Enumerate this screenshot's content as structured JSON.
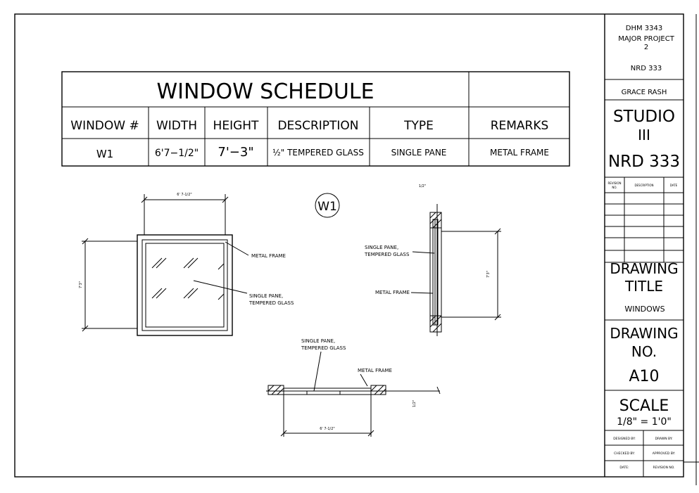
{
  "schedule": {
    "title": "WINDOW SCHEDULE",
    "headers": [
      "WINDOW #",
      "WIDTH",
      "HEIGHT",
      "DESCRIPTION",
      "TYPE",
      "REMARKS"
    ],
    "row": [
      "W1",
      "6'7−1/2\"",
      "7'−3\"",
      "½\" TEMPERED GLASS",
      "SINGLE PANE",
      "METAL FRAME"
    ]
  },
  "elevation": {
    "tag": "W1",
    "width_dim": "6' 7-1/2\"",
    "height_dim": "7'3\"",
    "label_frame": "METAL FRAME",
    "label_glass_1": "SINGLE PANE,",
    "label_glass_2": "TEMPERED GLASS"
  },
  "section": {
    "top_dim": "1/2\"",
    "height_dim": "7'3\"",
    "label_glass_1": "SINGLE PANE,",
    "label_glass_2": "TEMPERED GLASS",
    "label_frame": "METAL FRAME"
  },
  "plan": {
    "label_glass_1": "SINGLE PANE,",
    "label_glass_2": "TEMPERED GLASS",
    "label_frame": "METAL FRAME",
    "width_dim": "6' 7-1/2\"",
    "depth_dim": "1/2\""
  },
  "titleblock": {
    "course": "DHM 3343",
    "project_1": "MAJOR PROJECT",
    "project_2": "2",
    "course_code": "NRD 333",
    "author": "GRACE RASH",
    "studio_1": "STUDIO",
    "studio_2": "III",
    "studio_3": "NRD 333",
    "rev_col_no_1": "REVISION",
    "rev_col_no_2": "NO.",
    "rev_col_desc": "DESCRIPTION",
    "rev_col_date": "DATE",
    "drawing_title_1": "DRAWING",
    "drawing_title_2": "TITLE",
    "drawing_title_value": "WINDOWS",
    "drawing_no_1": "DRAWING",
    "drawing_no_2": "NO.",
    "drawing_no_value": "A10",
    "scale_label": "SCALE",
    "scale_value": "1/8\" = 1'0\"",
    "designed_by": "DESIGNED BY:",
    "drawn_by": "DRAWN BY:",
    "checked_by": "CHECKED BY:",
    "approved_by": "APPROVED BY:",
    "date": "DATE:",
    "revision_no": "REVISION NO."
  }
}
